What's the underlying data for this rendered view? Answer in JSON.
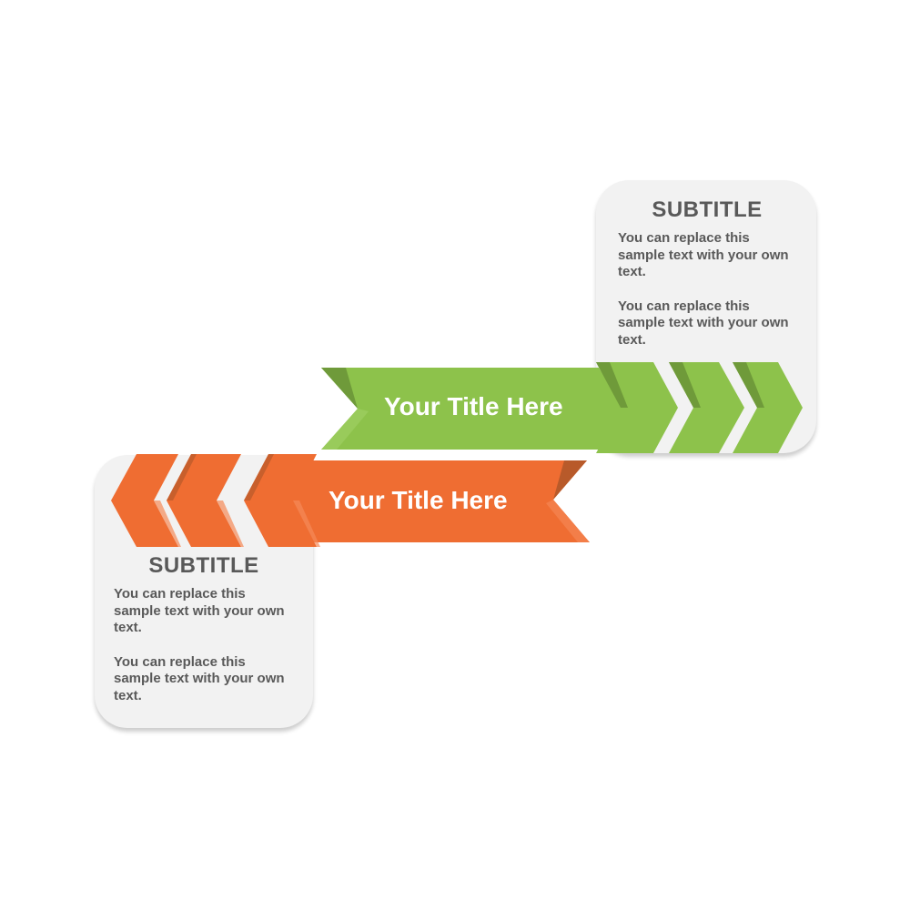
{
  "top_step": {
    "title": "Your Title Here",
    "subtitle": "SUBTITLE",
    "paragraphs": [
      "You can replace this sample text with your own text.",
      "You can replace this sample text with your own text."
    ],
    "color": "#8bc34a"
  },
  "bottom_step": {
    "title": "Your Title Here",
    "subtitle": "SUBTITLE",
    "paragraphs": [
      "You can replace this sample text with your own text.",
      "You can replace this sample text with your own text."
    ],
    "color": "#f07034"
  }
}
